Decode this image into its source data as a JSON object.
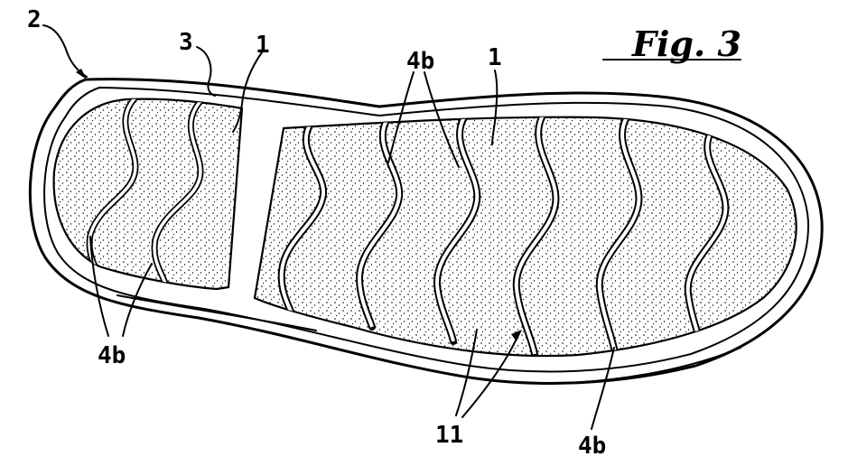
{
  "figure_label": "Fig. 3",
  "labels": {
    "ref_2": "2",
    "ref_3": "3",
    "ref_1_heel": "1",
    "ref_1_forefoot": "1",
    "ref_4b_top": "4b",
    "ref_4b_bottom_left": "4b",
    "ref_4b_bottom_right": "4b",
    "ref_11": "11"
  },
  "colors": {
    "ink": "#000000",
    "paper": "#ffffff"
  }
}
